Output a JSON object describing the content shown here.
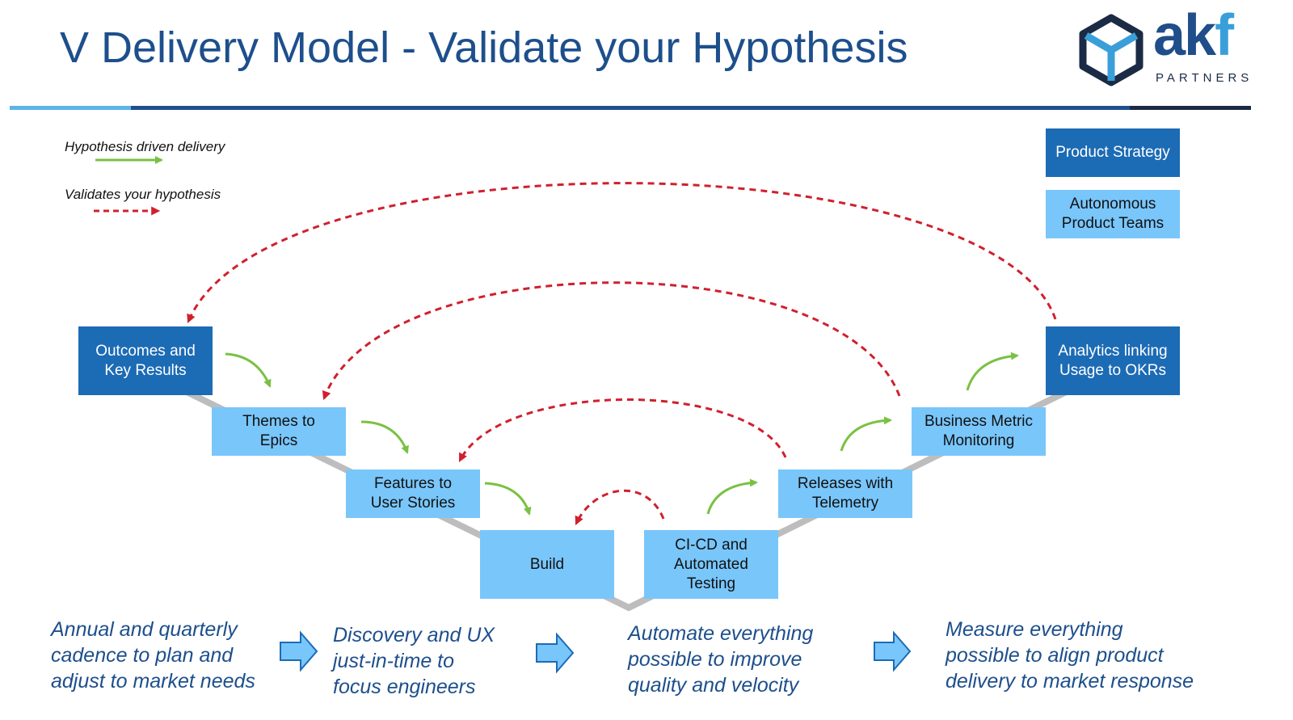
{
  "title": "V Delivery Model - Validate your Hypothesis",
  "logo": {
    "word_main": "ak",
    "word_accent": "f",
    "subtitle": "PARTNERS"
  },
  "legend": {
    "hypothesis_label": "Hypothesis driven delivery",
    "validates_label": "Validates your hypothesis"
  },
  "key": {
    "product_strategy": "Product Strategy",
    "autonomous_teams": "Autonomous Product Teams"
  },
  "steps": {
    "okr": "Outcomes and Key Results",
    "themes": "Themes to Epics",
    "features": "Features to User Stories",
    "build": "Build",
    "cicd": "CI-CD and Automated Testing",
    "releases": "Releases with Telemetry",
    "business": "Business Metric Monitoring",
    "analytics": "Analytics linking Usage to OKRs"
  },
  "captions": {
    "annual": [
      "Annual and quarterly",
      "cadence to plan and",
      "adjust to market needs"
    ],
    "discovery": [
      "Discovery and UX",
      "just-in-time to",
      "focus engineers"
    ],
    "automate": [
      "Automate everything",
      "possible to improve",
      "quality and velocity"
    ],
    "measure": [
      "Measure everything",
      "possible to align product",
      "delivery to market response"
    ]
  },
  "colors": {
    "title_blue": "#1d4f8c",
    "dark_box": "#1c6bb5",
    "light_box": "#79c6fb",
    "green_arrow": "#7ac143",
    "red_dashed": "#d0202e",
    "v_line": "#bdbdbd"
  }
}
